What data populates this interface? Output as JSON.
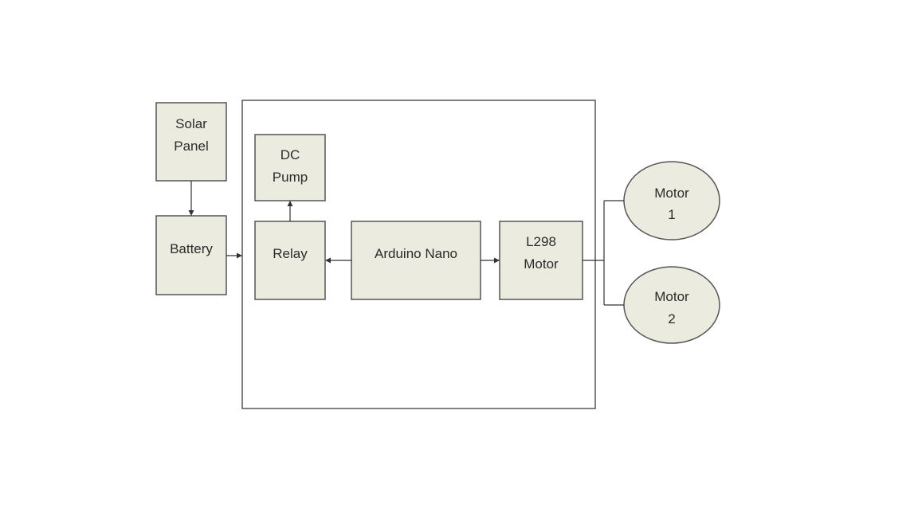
{
  "colors": {
    "block_fill": "#ecebe0",
    "block_stroke": "#555555",
    "line": "#333333",
    "background": "#ffffff"
  },
  "nodes": {
    "solar_panel": {
      "line1": "Solar",
      "line2": "Panel"
    },
    "battery": {
      "label": "Battery"
    },
    "dc_pump": {
      "line1": "DC",
      "line2": "Pump"
    },
    "relay": {
      "label": "Relay"
    },
    "arduino_nano": {
      "label": "Arduino Nano"
    },
    "l298_motor": {
      "line1": "L298",
      "line2": "Motor"
    },
    "motor1": {
      "line1": "Motor",
      "line2": "1"
    },
    "motor2": {
      "line1": "Motor",
      "line2": "2"
    }
  }
}
